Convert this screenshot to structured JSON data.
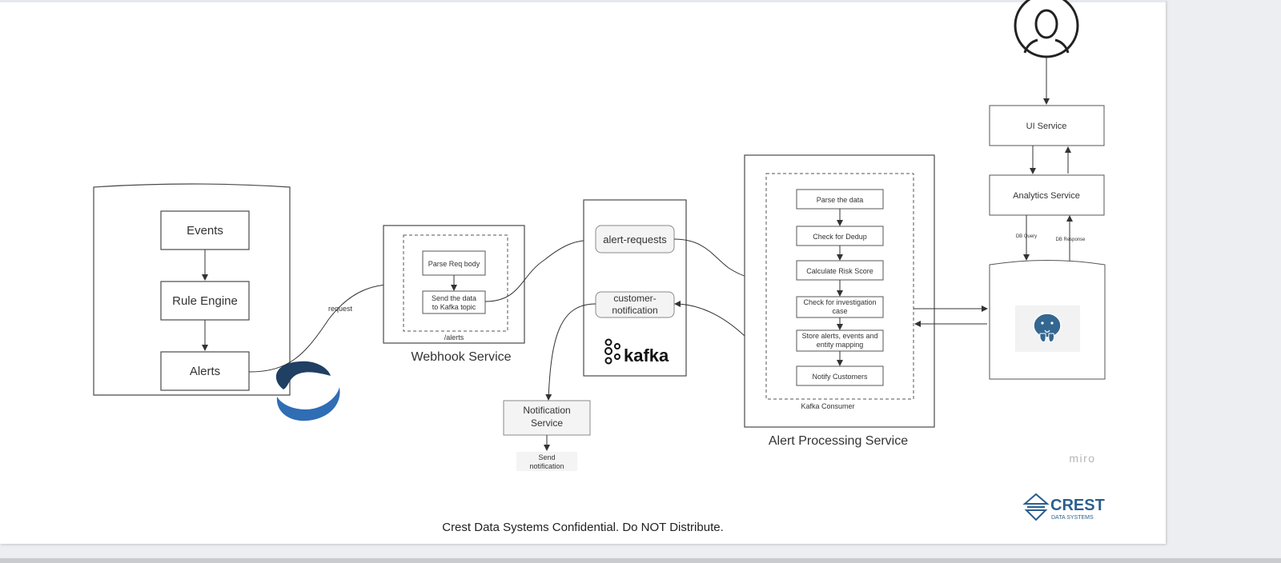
{
  "diagram": {
    "source_panel": {
      "events": "Events",
      "rule_engine": "Rule Engine",
      "alerts": "Alerts"
    },
    "request_label": "request",
    "webhook": {
      "title": "Webhook Service",
      "parse": "Parse Req body",
      "send_line1": "Send the data",
      "send_line2": "to Kafka topic",
      "path": "/alerts"
    },
    "kafka": {
      "topic_alerts": "alert-requests",
      "topic_notify_line1": "customer-",
      "topic_notify_line2": "notification",
      "logo_text": "kafka"
    },
    "notification": {
      "service_line1": "Notification",
      "service_line2": "Service",
      "send_line1": "Send",
      "send_line2": "notification"
    },
    "alert_processing": {
      "title": "Alert Processing Service",
      "consumer": "Kafka Consumer",
      "steps": [
        "Parse the data",
        "Check for Dedup",
        "Calculate Risk Score",
        "Check for investigation case",
        "Store alerts, events and entity mapping",
        "Notify Customers"
      ]
    },
    "right_column": {
      "ui_service": "UI Service",
      "analytics_service": "Analytics Service",
      "db_query": "DB Query",
      "db_response": "DB Response"
    },
    "watermark": "miro",
    "brand": {
      "name": "CREST",
      "sub": "DATA SYSTEMS"
    }
  },
  "footer": "Crest Data Systems Confidential. Do NOT Distribute.",
  "colors": {
    "brand_blue": "#2b5f8f",
    "logo_navy": "#1f3f63",
    "logo_blue": "#2f6db5",
    "pg_blue": "#336791"
  }
}
